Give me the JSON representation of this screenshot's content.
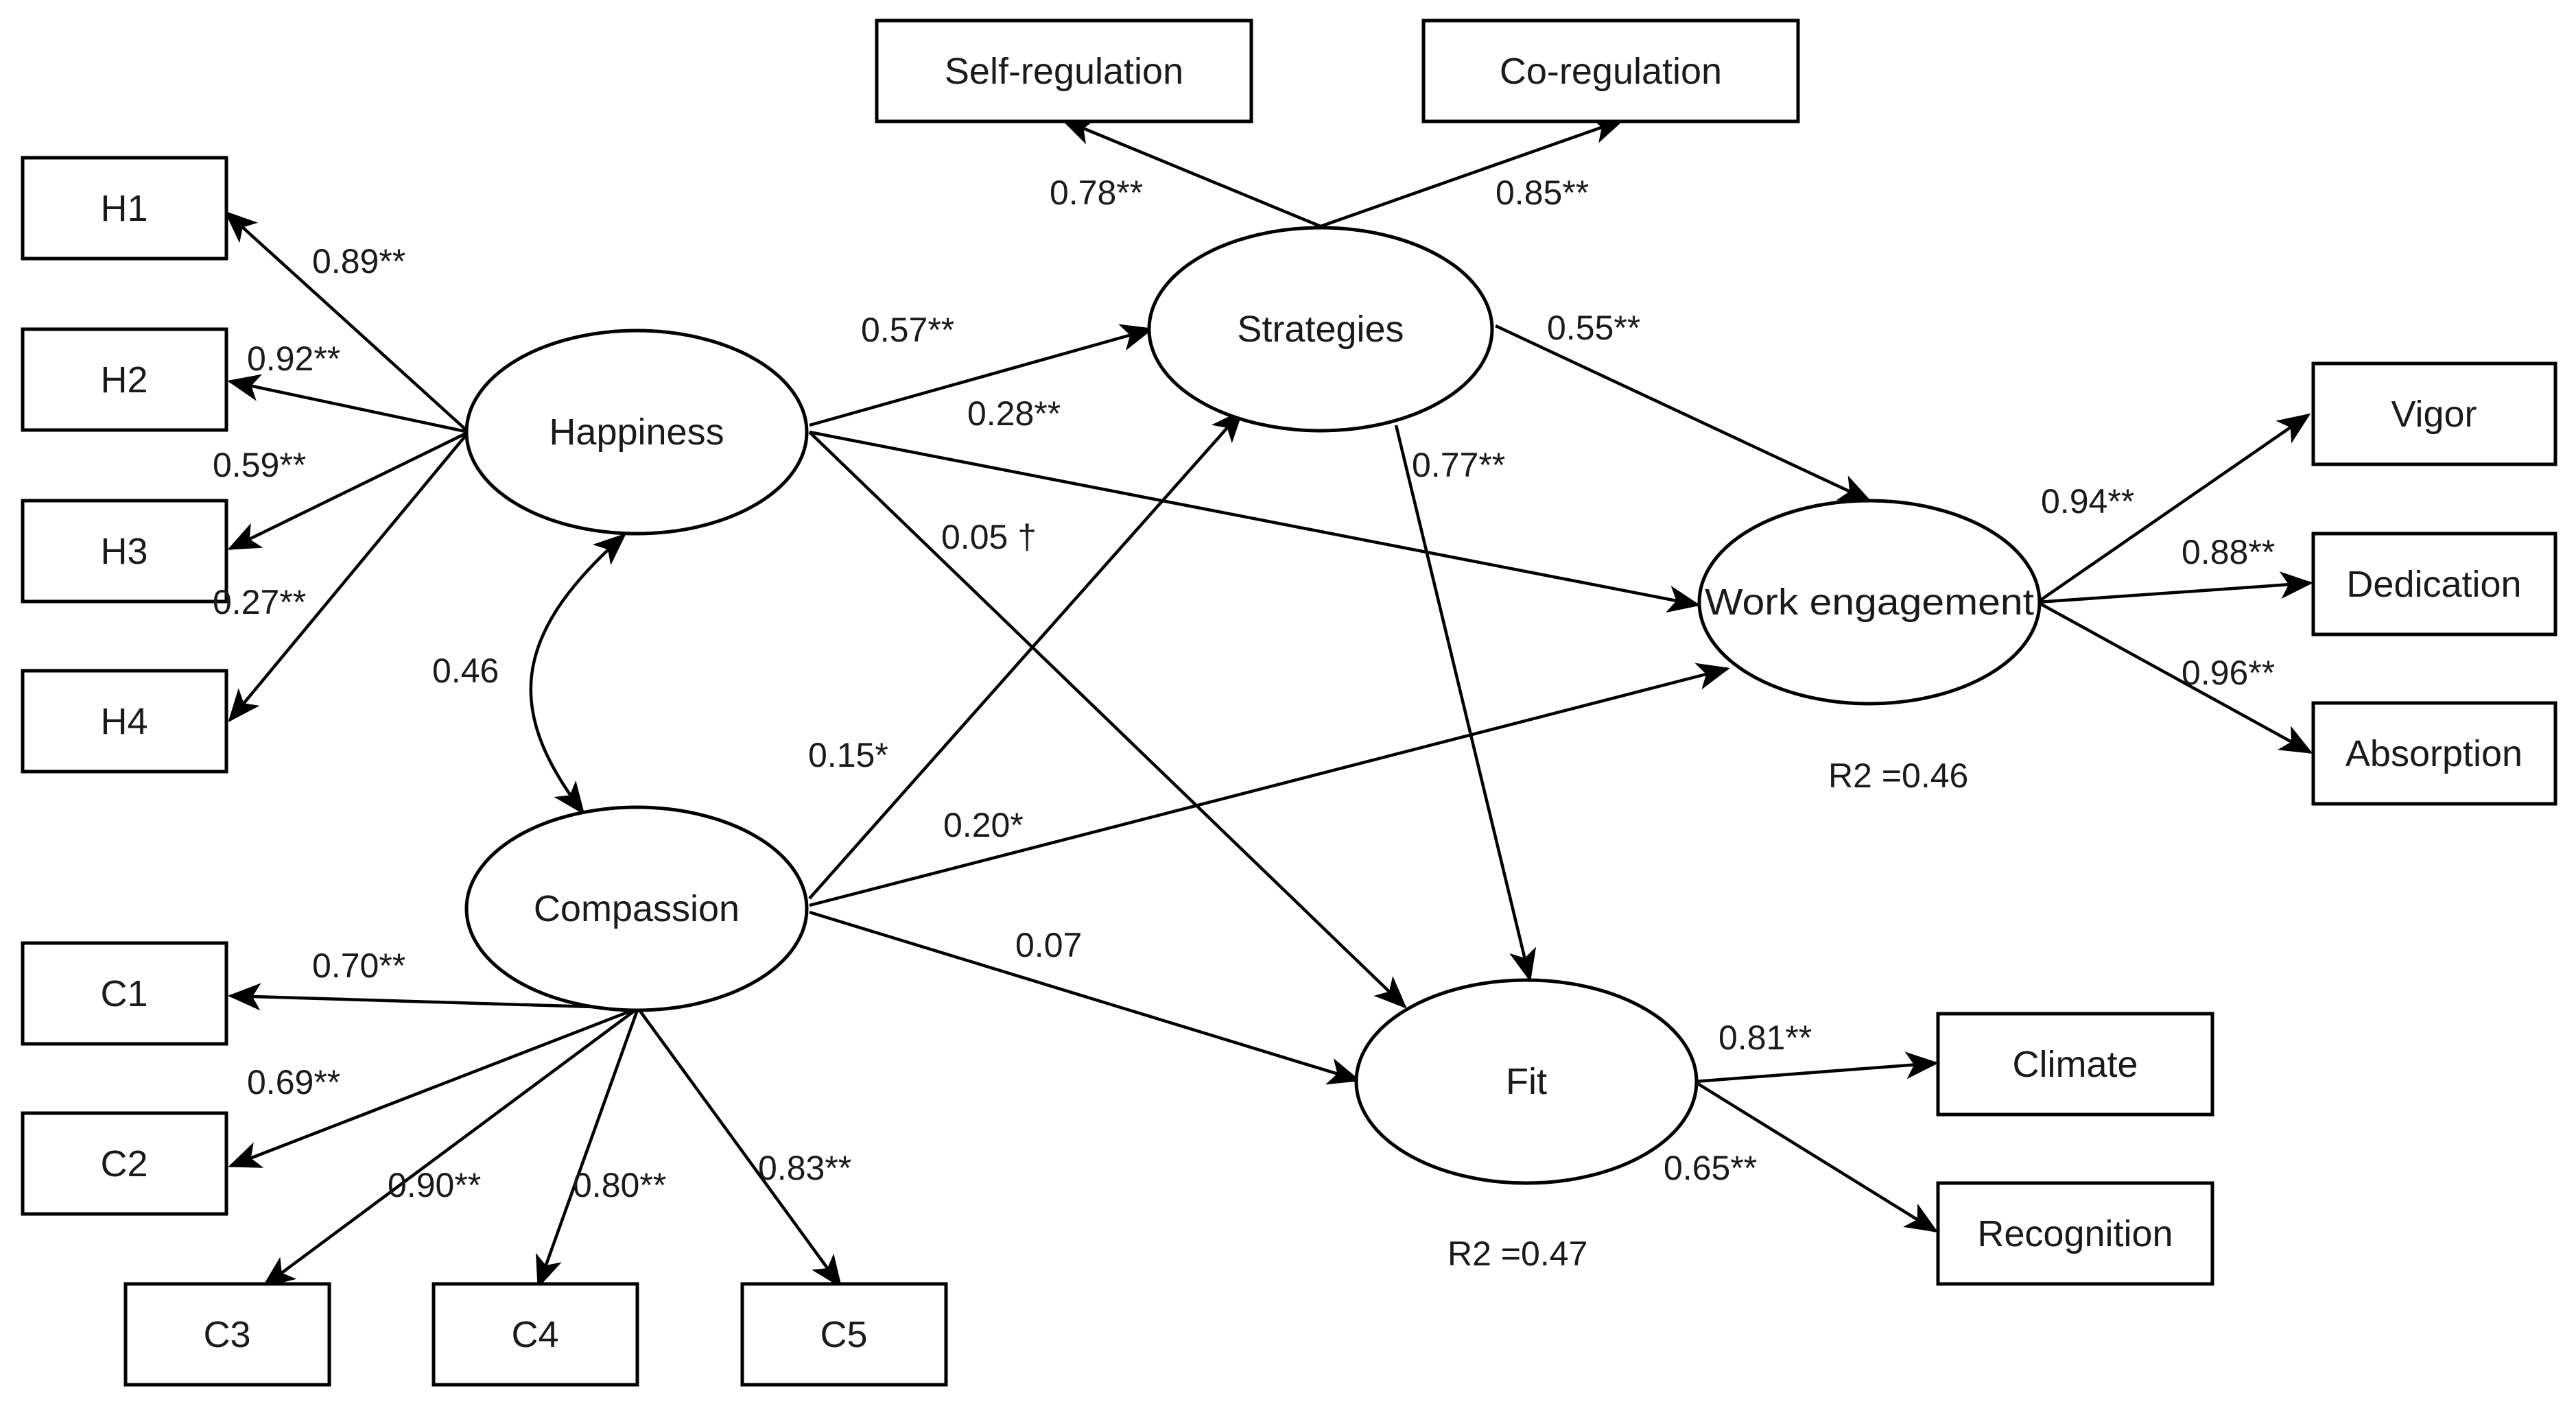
{
  "indicators": {
    "h1": "H1",
    "h2": "H2",
    "h3": "H3",
    "h4": "H4",
    "c1": "C1",
    "c2": "C2",
    "c3": "C3",
    "c4": "C4",
    "c5": "C5",
    "self_regulation": "Self-regulation",
    "co_regulation": "Co-regulation",
    "vigor": "Vigor",
    "dedication": "Dedication",
    "absorption": "Absorption",
    "climate": "Climate",
    "recognition": "Recognition"
  },
  "constructs": {
    "happiness": "Happiness",
    "compassion": "Compassion",
    "strategies": "Strategies",
    "work_engagement": "Work engagement",
    "fit": "Fit"
  },
  "loadings": {
    "h1": "0.89**",
    "h2": "0.92**",
    "h3": "0.59**",
    "h4": "0.27**",
    "c1": "0.70**",
    "c2": "0.69**",
    "c3": "0.90**",
    "c4": "0.80**",
    "c5": "0.83**",
    "self_regulation": "0.78**",
    "co_regulation": "0.85**",
    "vigor": "0.94**",
    "dedication": "0.88**",
    "absorption": "0.96**",
    "climate": "0.81**",
    "recognition": "0.65**"
  },
  "paths": {
    "happiness_strategies": "0.57**",
    "happiness_work_engagement": "0.28**",
    "happiness_fit": "0.05 †",
    "compassion_strategies": "0.15*",
    "compassion_work_engagement": "0.20*",
    "compassion_fit": "0.07",
    "strategies_work_engagement": "0.55**",
    "strategies_fit": "0.77**",
    "happiness_compassion_correlation": "0.46"
  },
  "r_squared": {
    "work_engagement": "R2 =0.46",
    "fit": "R2 =0.47"
  }
}
